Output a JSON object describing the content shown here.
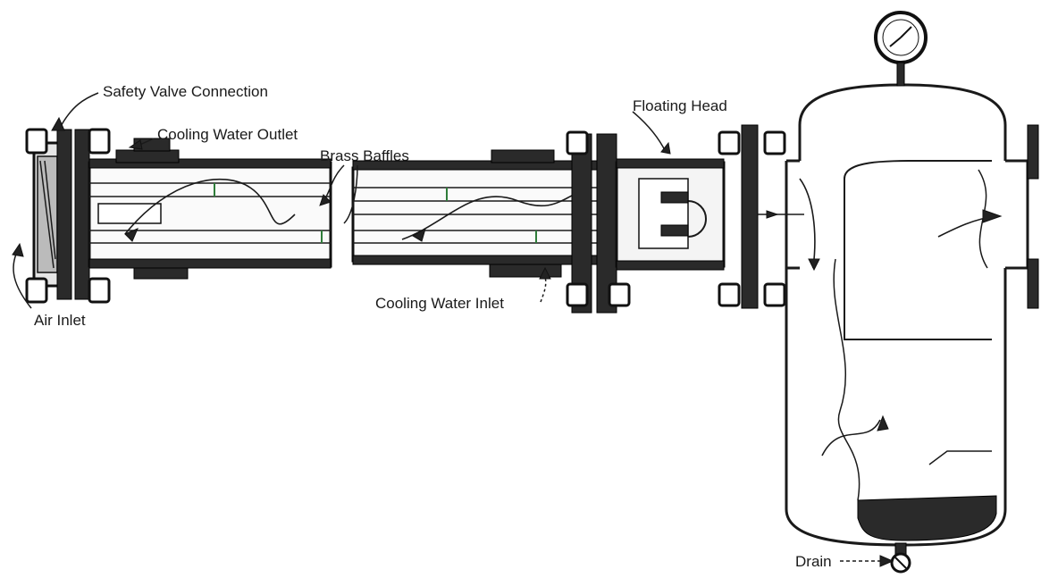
{
  "labels": {
    "safety_valve": "Safety Valve Connection",
    "cooling_outlet": "Cooling Water Outlet",
    "brass_baffles": "Brass Baffles",
    "floating_head": "Floating Head",
    "cooling_inlet": "Cooling Water Inlet",
    "air_inlet": "Air Inlet",
    "drain": "Drain"
  },
  "icons": [
    "pressure-gauge-icon",
    "drain-valve-icon",
    "flow-arrow-icon"
  ]
}
